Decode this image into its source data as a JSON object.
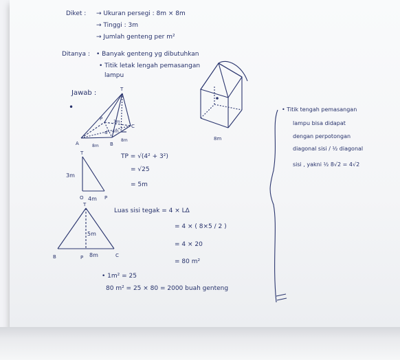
{
  "diket": {
    "label": "Diket :",
    "line1": "→ Ukuran persegi : 8m × 8m",
    "line2": "→ Tinggi : 3m",
    "line3": "→ Jumlah genteng per m²"
  },
  "ditanya": {
    "label": "Ditanya :",
    "line1": "• Banyak genteng yg dibutuhkan",
    "line2": "• Titik letak lengah pemasangan",
    "line3": "lampu"
  },
  "jawab": {
    "label": "Jawab :"
  },
  "pyramid_labels": {
    "top": "T",
    "p": "P",
    "height": "3m",
    "a": "A",
    "b": "B",
    "c": "C",
    "d": "d",
    "base1": "8m",
    "base2": "8m",
    "half": "4m"
  },
  "cube_labels": {
    "base": "8m"
  },
  "triangle_small": {
    "height": "3m",
    "top": "T",
    "o": "O",
    "base": "4m",
    "p": "P"
  },
  "tp_calc": {
    "line1": "TP = √(4² + 3²)",
    "line2": "= √25",
    "line3": "= 5m"
  },
  "triangle_big": {
    "t": "T",
    "height": "5m",
    "b": "B",
    "p": "P",
    "base": "8m",
    "c": "C"
  },
  "luas": {
    "line1": "Luas sisi tegak = 4 × LΔ",
    "line2": "= 4 × ( 8×5 / 2 )",
    "line3": "= 4 × 20",
    "line4": "= 80 m²"
  },
  "genteng": {
    "line1": "• 1m² = 25",
    "line2": "80 m² = 25 × 80 = 2000 buah genteng"
  },
  "note": {
    "line1": "• Titik tengah pemasangan",
    "line2": "lampu bisa didapat",
    "line3": "dengan perpotongan",
    "line4": "diagonal sisi / ½ diagonal",
    "line5": "sisi , yakni ½ 8√2 = 4√2"
  }
}
